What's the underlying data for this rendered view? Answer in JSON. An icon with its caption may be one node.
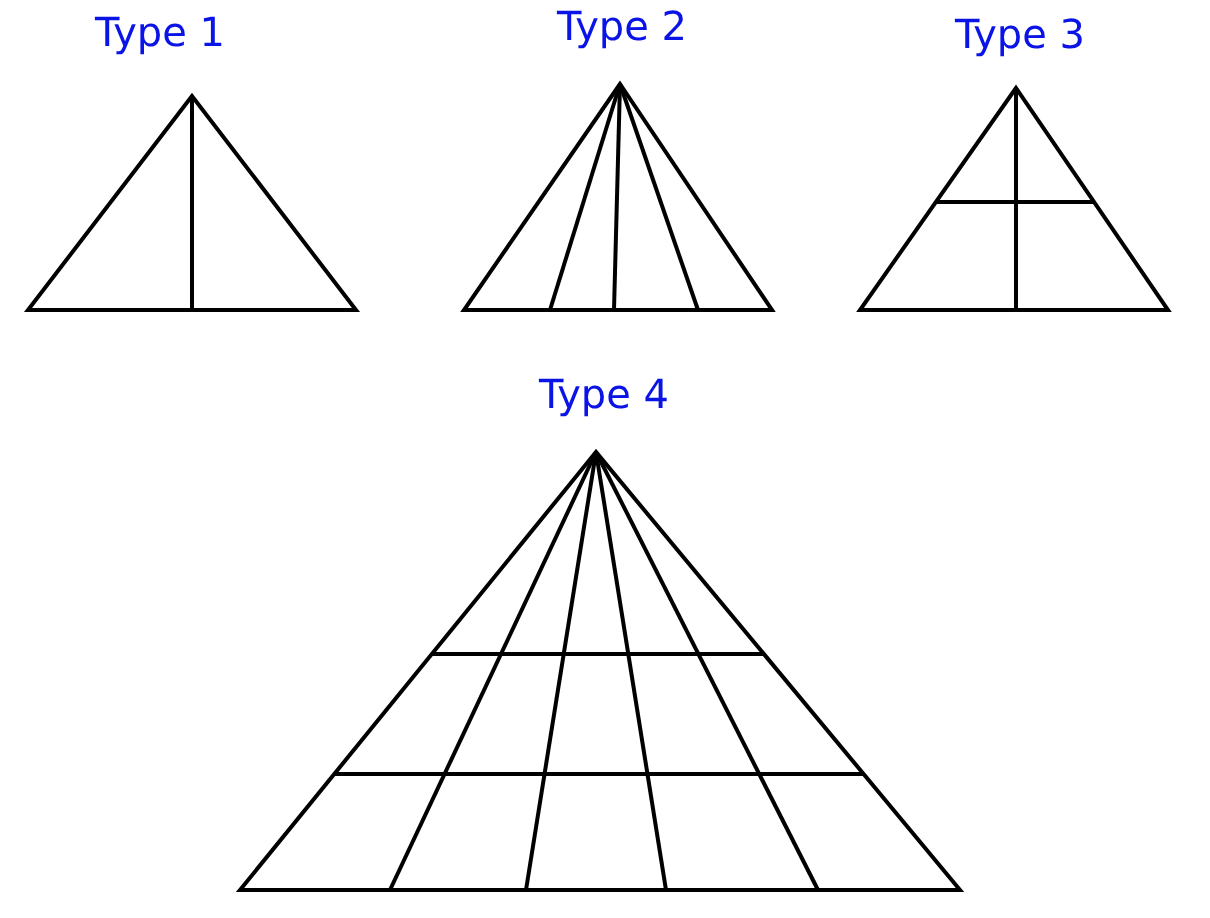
{
  "diagram": {
    "labels": [
      "Type 1",
      "Type 2",
      "Type 3",
      "Type 4"
    ]
  }
}
